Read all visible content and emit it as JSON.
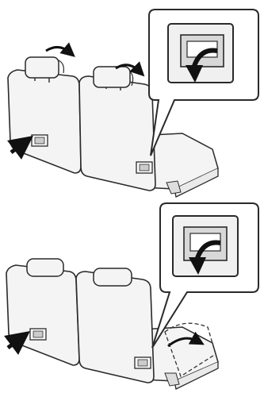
{
  "figure": {
    "panels": [
      {
        "id": "headrests-up",
        "headrest_state": "raised",
        "arrow_color": "#111111",
        "callout_icon": "release-lever-pull-down-icon"
      },
      {
        "id": "headrests-down",
        "headrest_state": "lowered",
        "arrow_color": "#111111",
        "callout_icon": "release-lever-pull-down-icon"
      }
    ],
    "colors": {
      "line": "#2a2a2a",
      "seat_fill": "#f4f4f4",
      "panel_fill": "#ffffff",
      "arrow": "#111111",
      "dashed": "#333333"
    }
  }
}
